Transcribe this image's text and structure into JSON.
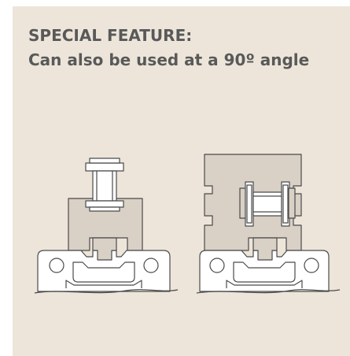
{
  "heading": {
    "line1": "SPECIAL FEATURE:",
    "line2": "Can also be used at a 90º angle"
  },
  "diagram": {
    "left_figure": "profile rail with carriage, roller unit mounted upright",
    "right_figure": "profile rail with carriage, roller unit rotated 90 degrees",
    "colors": {
      "panel_background": "#ede5da",
      "part_fill": "#d9d0c6",
      "outline": "#4a4a4a",
      "heading_text": "#595959"
    }
  }
}
